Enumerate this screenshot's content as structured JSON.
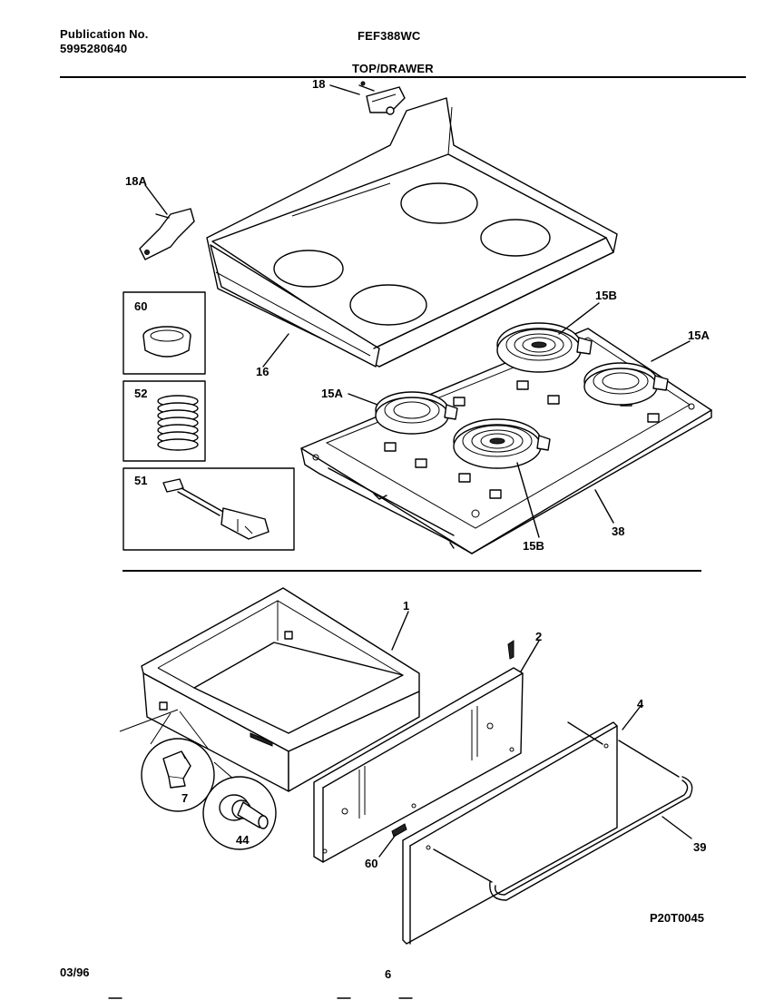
{
  "header": {
    "publication_label": "Publication No.",
    "publication_number": "5995280640",
    "model": "FEF388WC",
    "section_title": "TOP/DRAWER"
  },
  "callouts": {
    "p18": "18",
    "p18a": "18A",
    "p60_box": "60",
    "p52": "52",
    "p51": "51",
    "p16": "16",
    "p15b_top": "15B",
    "p15a_right": "15A",
    "p15a_left": "15A",
    "p15b_bottom": "15B",
    "p38": "38",
    "p1": "1",
    "p2": "2",
    "p4": "4",
    "p7": "7",
    "p44": "44",
    "p60_screw": "60",
    "p39": "39"
  },
  "figure_code": "P20T0045",
  "footer": {
    "date": "03/96",
    "page": "6"
  }
}
